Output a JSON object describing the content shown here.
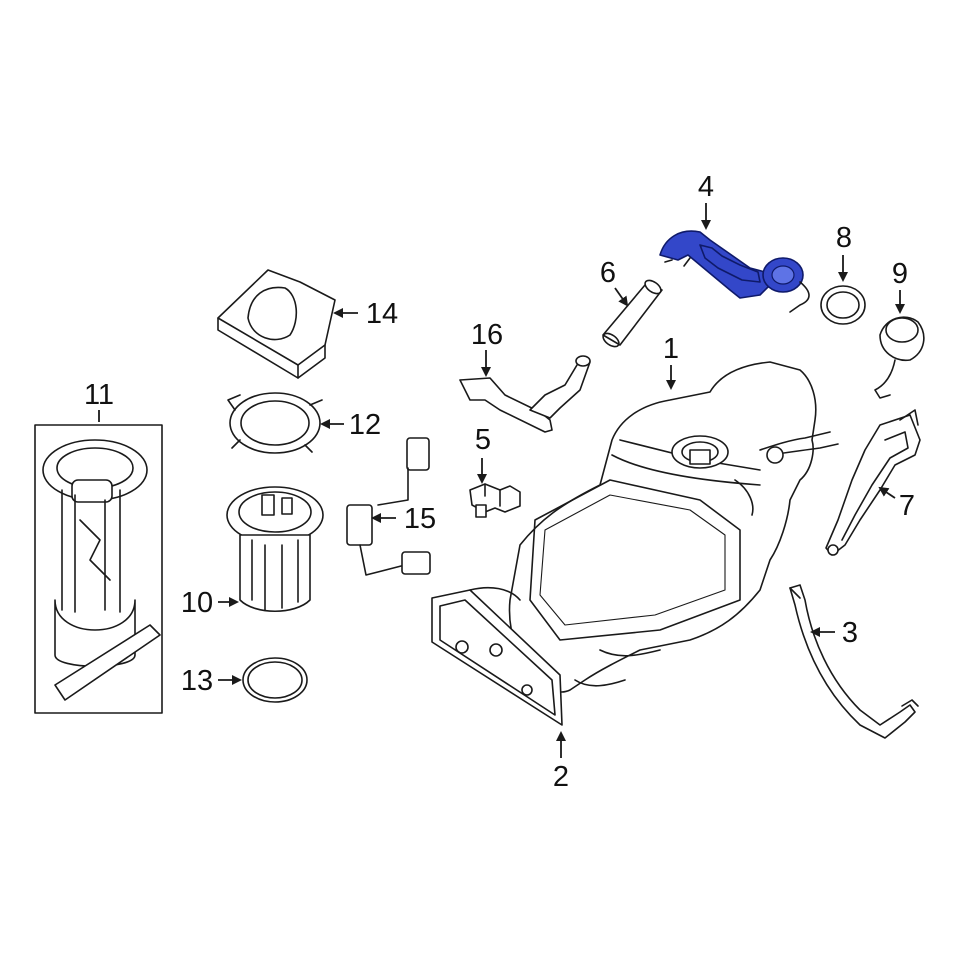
{
  "diagram": {
    "highlight_color": "#3347c9",
    "line_color": "#1a1a1a",
    "background": "#ffffff",
    "callouts": {
      "c1": "1",
      "c2": "2",
      "c3": "3",
      "c4": "4",
      "c5": "5",
      "c6": "6",
      "c7": "7",
      "c8": "8",
      "c9": "9",
      "c10": "10",
      "c11": "11",
      "c12": "12",
      "c13": "13",
      "c14": "14",
      "c15": "15",
      "c16": "16"
    },
    "highlighted_part": "4"
  }
}
